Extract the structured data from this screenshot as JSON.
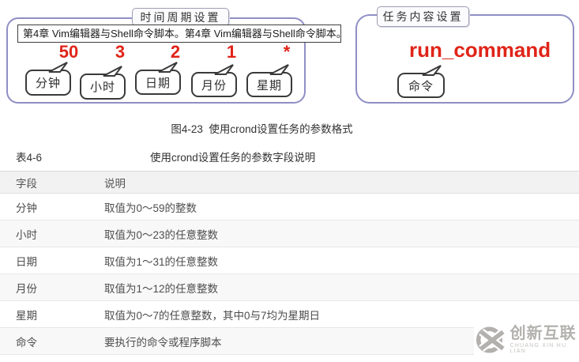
{
  "colors": {
    "accent_red": "#e02418",
    "panel_border": "#8f8fc6"
  },
  "left_panel": {
    "title": "时间周期设置",
    "tooltip": "第4章 Vim编辑器与Shell命令脚本。第4章 Vim编辑器与Shell命令脚本。",
    "items": [
      {
        "value": "50",
        "label": "分钟"
      },
      {
        "value": "3",
        "label": "小时"
      },
      {
        "value": "2",
        "label": "日期"
      },
      {
        "value": "1",
        "label": "月份"
      },
      {
        "value": "*",
        "label": "星期"
      }
    ]
  },
  "right_panel": {
    "title": "任务内容设置",
    "value": "run_command",
    "label": "命令"
  },
  "figure_caption": "图4-23  使用crond设置任务的参数格式",
  "table_section": {
    "label": "表4-6",
    "title": "使用crond设置任务的参数字段说明"
  },
  "table": {
    "headers": [
      "字段",
      "说明"
    ],
    "rows": [
      {
        "field": "分钟",
        "desc": "取值为0～59的整数"
      },
      {
        "field": "小时",
        "desc": "取值为0～23的任意整数"
      },
      {
        "field": "日期",
        "desc": "取值为1～31的任意整数"
      },
      {
        "field": "月份",
        "desc": "取值为1～12的任意整数"
      },
      {
        "field": "星期",
        "desc": "取值为0～7的任意整数，其中0与7均为星期日"
      },
      {
        "field": "命令",
        "desc": "要执行的命令或程序脚本"
      }
    ]
  },
  "watermark": {
    "name": "创新互联",
    "subtitle": "CHUANG XIN HU LIAN"
  }
}
